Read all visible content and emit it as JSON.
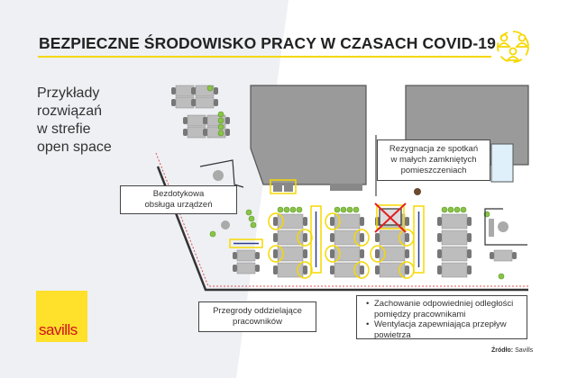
{
  "header": {
    "title": "BEZPIECZNE ŚRODOWISKO PRACY W CZASACH COVID-19",
    "icon": "people-group-icon"
  },
  "subtitle": {
    "lines": [
      "Przykłady",
      "rozwiązań",
      "w strefie",
      "open space"
    ]
  },
  "callouts": {
    "touchless": [
      "Bezdotykowa",
      "obsługa urządzeń"
    ],
    "meetings": [
      "Rezygnacja ze spotkań",
      "w małych zamkniętych",
      "pomieszczeniach"
    ],
    "partitions": [
      "Przegrody oddzielające",
      "pracowników"
    ],
    "bullets": [
      [
        "Zachowanie odpowiedniej odległości",
        "pomiędzy pracownikami"
      ],
      [
        "Wentylacja zapewniająca przepływ",
        "powietrza"
      ]
    ]
  },
  "logo": {
    "text": "savills"
  },
  "source": {
    "label": "Źródło:",
    "value": "Savills"
  },
  "colors": {
    "accent": "#f5d800",
    "logo_bg": "#ffe02a",
    "logo_text": "#d0101a",
    "building": "#9a9a9a",
    "plant": "#8bc34a",
    "partition": "#2c3e8c",
    "cross": "#e02020"
  }
}
